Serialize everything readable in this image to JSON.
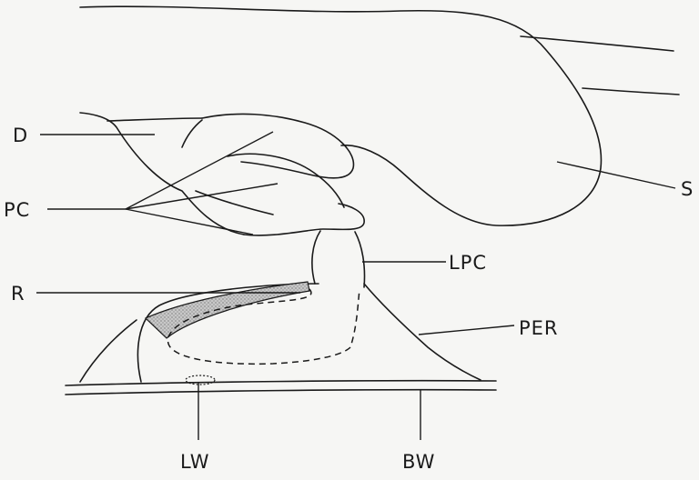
{
  "labels": {
    "D": "D",
    "PC": "PC",
    "R": "R",
    "S": "S",
    "LPC": "LPC",
    "PER": "PER",
    "LW": "LW",
    "BW": "BW"
  },
  "colors": {
    "ink": "#1a1a1a",
    "background": "#f6f6f4",
    "stipple": "#bdbdbd"
  }
}
